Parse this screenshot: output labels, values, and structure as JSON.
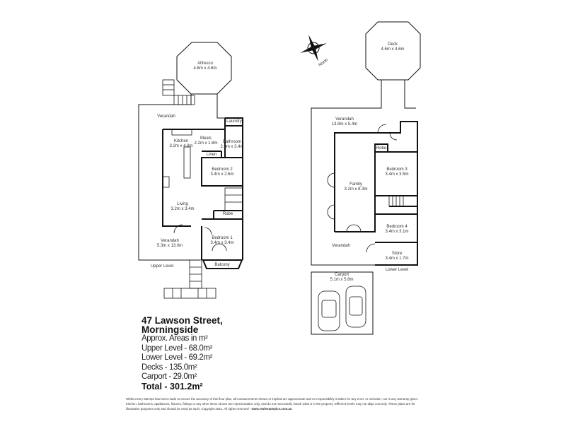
{
  "upper_level": {
    "label": "Upper Level",
    "rooms": {
      "alfresco": {
        "name": "Alfresco",
        "size": "4.6m x 4.6m"
      },
      "verandah_top": {
        "name": "Verandah"
      },
      "laundry": {
        "name": "Laundry"
      },
      "kitchen": {
        "name": "Kitchen",
        "size": "3.2m x 4.8m"
      },
      "meals": {
        "name": "Meals",
        "size": "2.2m x 1.8m"
      },
      "bathroom": {
        "name": "Bathroom",
        "size": "2.0m x 3.4m"
      },
      "linen": {
        "name": "Linen"
      },
      "bedroom2": {
        "name": "Bedroom 2",
        "size": "3.4m x 2.6m"
      },
      "living": {
        "name": "Living",
        "size": "3.2m x 3.4m"
      },
      "robe": {
        "name": "Robe"
      },
      "verandah_main": {
        "name": "Verandah",
        "size": "5.3m x 13.0m"
      },
      "bedroom1": {
        "name": "Bedroom 1",
        "size": "3.4m x 3.4m"
      },
      "balcony": {
        "name": "Balcony"
      }
    }
  },
  "lower_level": {
    "label": "Lower Level",
    "rooms": {
      "deck": {
        "name": "Deck",
        "size": "4.6m x 4.6m"
      },
      "verandah_top": {
        "name": "Verandah",
        "size": "13.8m x 5.4m"
      },
      "robe": {
        "name": "Robe"
      },
      "bedroom3": {
        "name": "Bedroom 3",
        "size": "3.4m x 3.5m"
      },
      "family": {
        "name": "Family",
        "size": "3.2m x 8.3m"
      },
      "bedroom4": {
        "name": "Bedroom 4",
        "size": "3.4m x 3.1m"
      },
      "verandah_bottom": {
        "name": "Verandah"
      },
      "store": {
        "name": "Store",
        "size": "3.4m x 1.7m"
      },
      "carport": {
        "name": "Carport",
        "size": "5.1m x 5.8m"
      }
    }
  },
  "compass": {
    "label": "North"
  },
  "info": {
    "address_line1": "47 Lawson Street,",
    "address_line2": "Morningside",
    "areas_heading": "Approx. Areas in m²",
    "upper": "Upper Level - 68.0m²",
    "lower": "Lower Level - 69.2m²",
    "decks": "Decks - 135.0m²",
    "carport": "Carport - 29.0m²",
    "total": "Total - 301.2m²"
  },
  "disclaimer": {
    "text": "Whilst every attempt has been made to ensure the accuracy of this floor plan, all measurements shown or implied are approximate and no responsibility is taken for any error, or omission, nor is any warranty given. Kitchen, bathrooms, appliances, fixtures, fittings or any other items shown are representative only, and do not necessarily match what is in the property. Different levels may not align correctly. These plans are for illustrative purposes only and should be used as such. Copyright 2021. All rights reserved -",
    "website": "www.realestatepics.com.au"
  }
}
